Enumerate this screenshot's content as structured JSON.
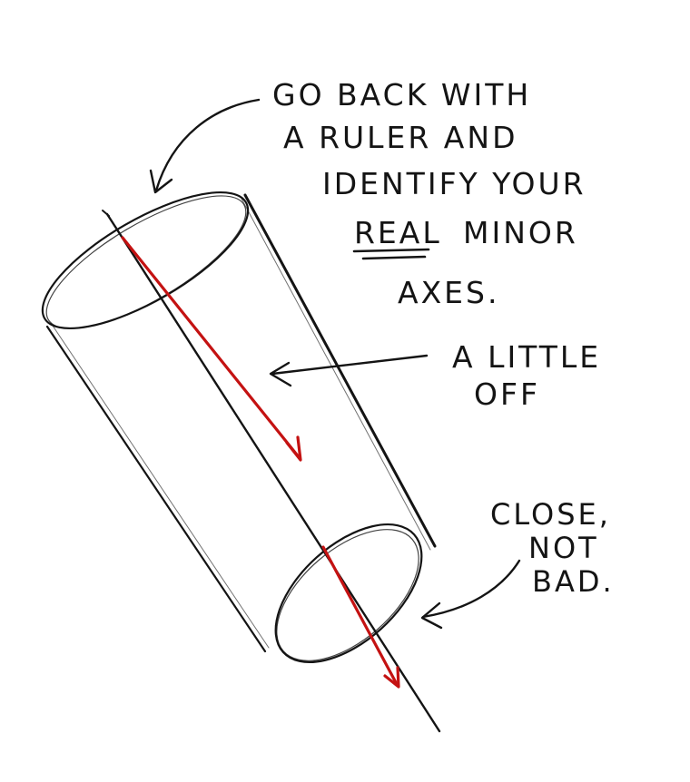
{
  "note_top": {
    "lines": [
      "GO BACK WITH",
      "A RULER AND",
      "IDENTIFY YOUR"
    ],
    "line4_emphasis": "REAL",
    "line4_rest": "MINOR",
    "line5": "AXES."
  },
  "note_middle": {
    "lines": [
      "A LITTLE",
      "OFF"
    ]
  },
  "note_bottom": {
    "lines": [
      "CLOSE,",
      "NOT",
      "BAD."
    ]
  },
  "colors": {
    "ink": "#141414",
    "axis_red": "#c41212",
    "background": "#ffffff"
  }
}
